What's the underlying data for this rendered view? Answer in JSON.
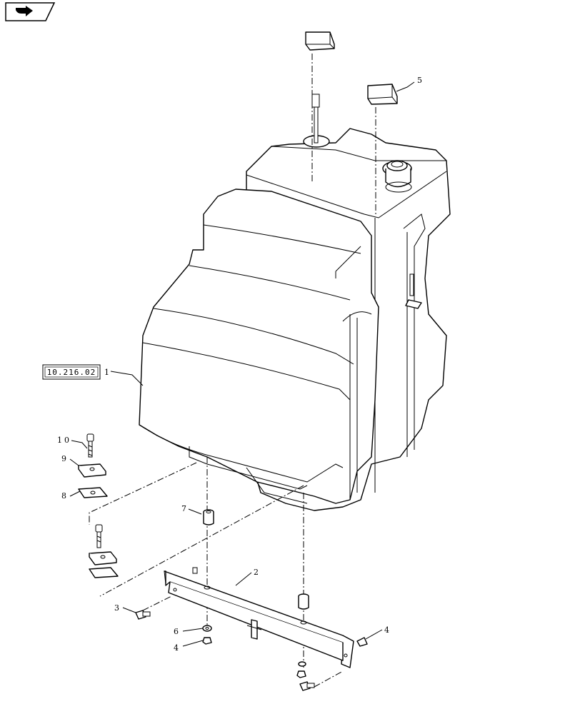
{
  "reference": {
    "label": "10.216.02"
  },
  "callouts": [
    "1",
    "2",
    "3",
    "4",
    "4",
    "5",
    "6",
    "7",
    "8",
    "9",
    "10"
  ],
  "icons": {
    "nav": "next-page-arrow-icon"
  }
}
